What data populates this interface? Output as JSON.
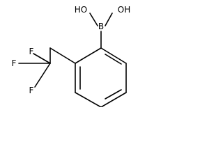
{
  "molecule": {
    "atoms": [
      {
        "id": "oh_left",
        "label": "HO"
      },
      {
        "id": "oh_right",
        "label": "OH"
      },
      {
        "id": "boron",
        "label": "B"
      },
      {
        "id": "f_top",
        "label": "F"
      },
      {
        "id": "f_left",
        "label": "F"
      },
      {
        "id": "f_bottom",
        "label": "F"
      }
    ],
    "colors": {
      "bond": "#000000",
      "atom_label": "#000000",
      "background": "#ffffff"
    }
  }
}
